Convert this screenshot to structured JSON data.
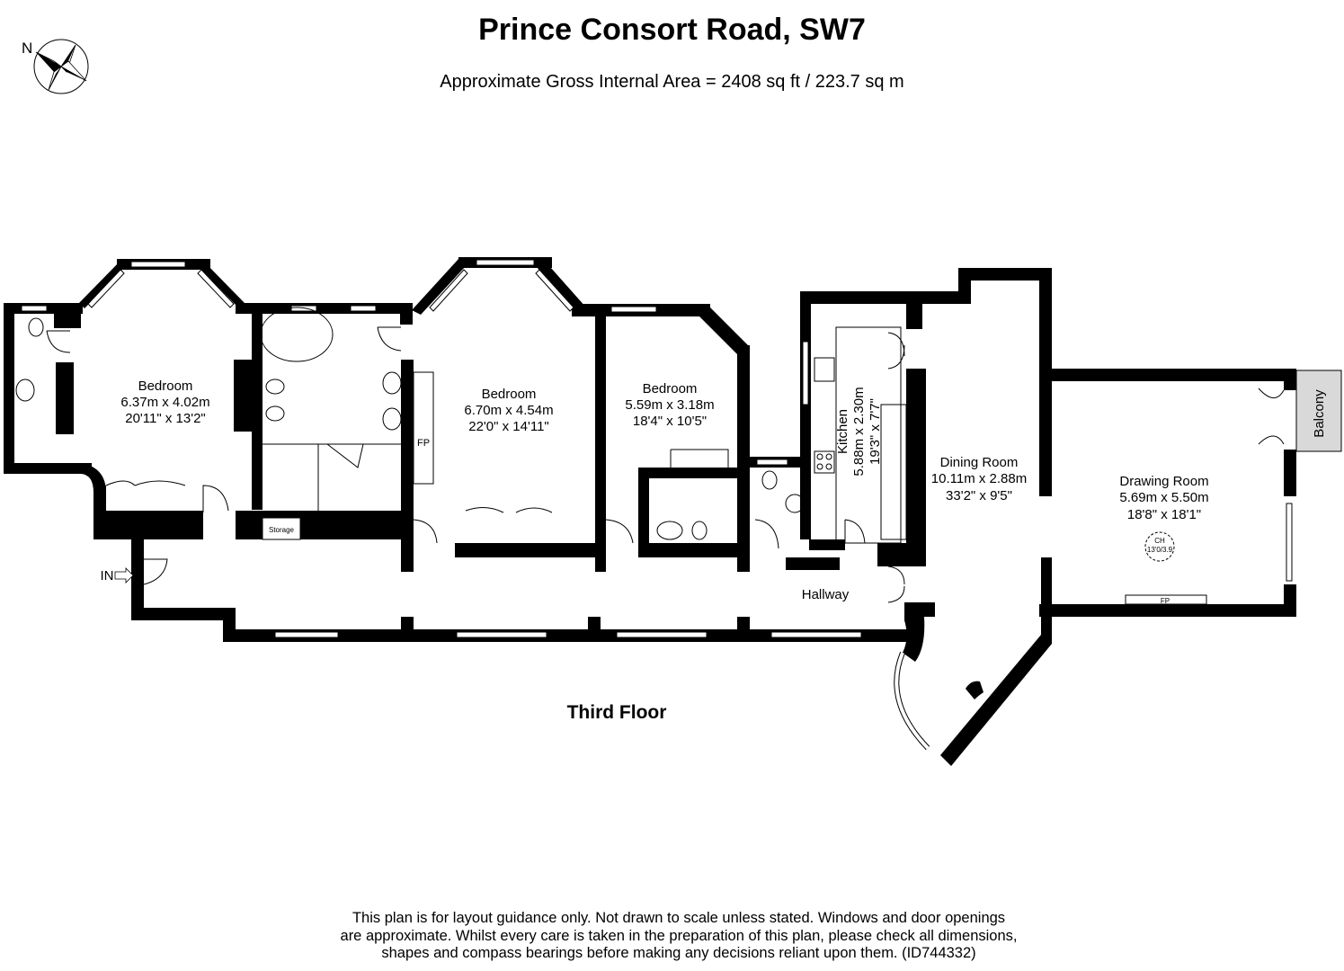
{
  "header": {
    "title": "Prince Consort Road, SW7",
    "subtitle": "Approximate Gross Internal Area = 2408 sq ft / 223.7 sq m"
  },
  "compass": {
    "label": "N"
  },
  "floor": {
    "label": "Third Floor"
  },
  "rooms": {
    "bedroom1": {
      "name": "Bedroom",
      "metric": "6.37m x 4.02m",
      "imperial": "20'11\" x 13'2\""
    },
    "bedroom2": {
      "name": "Bedroom",
      "metric": "6.70m x 4.54m",
      "imperial": "22'0\" x 14'11\""
    },
    "bedroom3": {
      "name": "Bedroom",
      "metric": "5.59m x 3.18m",
      "imperial": "18'4\" x 10'5\""
    },
    "kitchen": {
      "name": "Kitchen",
      "metric": "5.88m x 2.30m",
      "imperial": "19'3\" x 7'7\""
    },
    "dining": {
      "name": "Dining Room",
      "metric": "10.11m x 2.88m",
      "imperial": "33'2\" x 9'5\""
    },
    "drawing": {
      "name": "Drawing Room",
      "metric": "5.69m x 5.50m",
      "imperial": "18'8\" x 18'1\""
    },
    "hallway": {
      "name": "Hallway"
    },
    "balcony": {
      "name": "Balcony"
    },
    "storage": {
      "name": "Storage"
    }
  },
  "features": {
    "fp": "FP",
    "ch": "CH",
    "ch_height": "13'0/3.9",
    "entrance": "IN"
  },
  "footer": {
    "line1": "This plan is for layout guidance only. Not drawn to scale unless stated. Windows and door openings",
    "line2": "are approximate. Whilst every care is taken in the preparation of this plan, please check all dimensions,",
    "line3": "shapes and compass bearings before making any decisions reliant upon them. (ID744332)"
  }
}
